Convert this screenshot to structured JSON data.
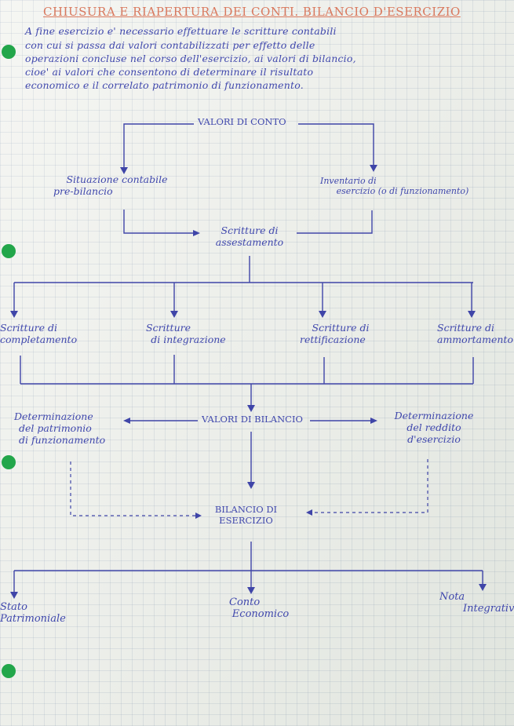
{
  "title": "CHIUSURA E RIAPERTURA DEI CONTI. BILANCIO D'ESERCIZIO",
  "intro": [
    "A fine esercizio e' necessario effettuare le scritture contabili",
    "con cui si passa dai valori contabilizzati per effetto delle",
    "operazioni concluse nel corso dell'esercizio, ai valori di bilancio,",
    "cioe' ai valori che consentono di determinare il risultato",
    "economico e il correlato patrimonio di funzionamento."
  ],
  "diagram": {
    "valori_di_conto": "VALORI DI CONTO",
    "situazione": [
      "Situazione contabile",
      "pre-bilancio"
    ],
    "inventario": [
      "Inventario di",
      "esercizio (o di funzionamento)"
    ],
    "assestamento": [
      "Scritture di",
      "assestamento"
    ],
    "scritture": [
      [
        "Scritture di",
        "completamento"
      ],
      [
        "Scritture",
        "di integrazione"
      ],
      [
        "Scritture di",
        "rettificazione"
      ],
      [
        "Scritture di",
        "ammortamento"
      ]
    ],
    "valori_di_bilancio": "VALORI DI BILANCIO",
    "det_patrimonio": [
      "Determinazione",
      "del patrimonio",
      "di funzionamento"
    ],
    "det_reddito": [
      "Determinazione",
      "del reddito",
      "d'esercizio"
    ],
    "bilancio": [
      "BILANCIO DI",
      "ESERCIZIO"
    ],
    "outputs": [
      [
        "Stato",
        "Patrimoniale"
      ],
      [
        "Conto",
        "Economico"
      ],
      [
        "Nota",
        "Integrativa"
      ]
    ]
  }
}
